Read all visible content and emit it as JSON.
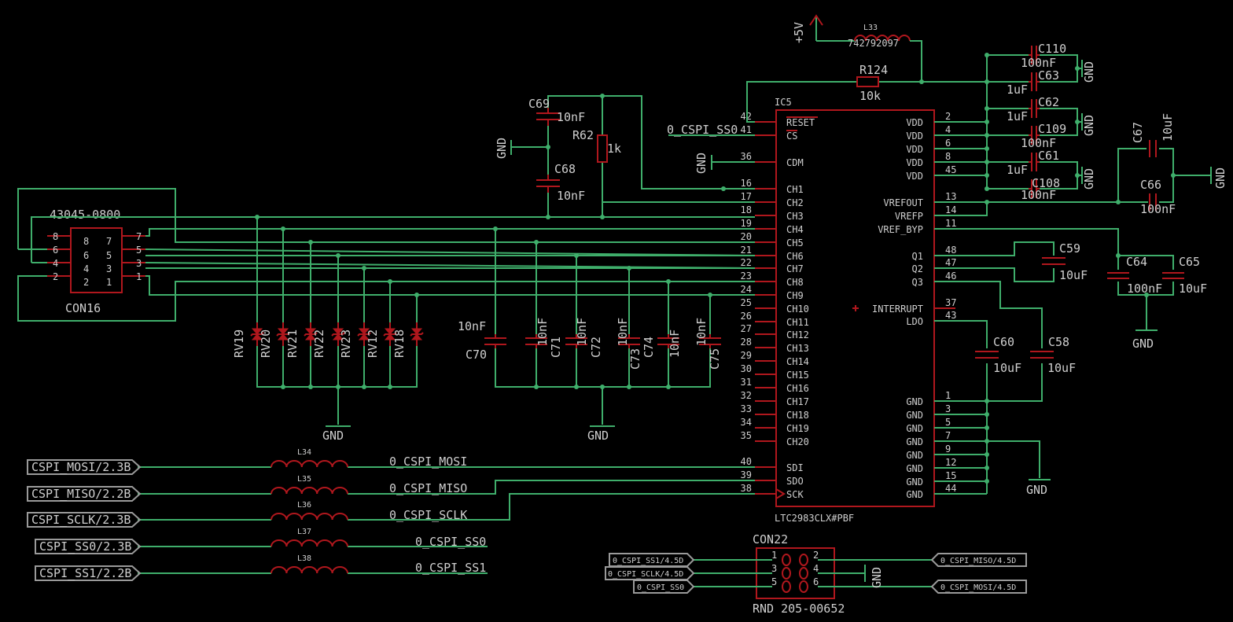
{
  "ic": {
    "ref": "IC5",
    "value": "LTC2983CLX#PBF",
    "left_pins": [
      {
        "num": "42",
        "name": "RESET"
      },
      {
        "num": "41",
        "name": "CS"
      },
      {
        "num": "36",
        "name": "CDM"
      },
      {
        "num": "16",
        "name": "CH1"
      },
      {
        "num": "17",
        "name": "CH2"
      },
      {
        "num": "18",
        "name": "CH3"
      },
      {
        "num": "19",
        "name": "CH4"
      },
      {
        "num": "20",
        "name": "CH5"
      },
      {
        "num": "21",
        "name": "CH6"
      },
      {
        "num": "22",
        "name": "CH7"
      },
      {
        "num": "23",
        "name": "CH8"
      },
      {
        "num": "24",
        "name": "CH9"
      },
      {
        "num": "25",
        "name": "CH10"
      },
      {
        "num": "26",
        "name": "CH11"
      },
      {
        "num": "27",
        "name": "CH12"
      },
      {
        "num": "28",
        "name": "CH13"
      },
      {
        "num": "29",
        "name": "CH14"
      },
      {
        "num": "30",
        "name": "CH15"
      },
      {
        "num": "31",
        "name": "CH16"
      },
      {
        "num": "32",
        "name": "CH17"
      },
      {
        "num": "33",
        "name": "CH18"
      },
      {
        "num": "34",
        "name": "CH19"
      },
      {
        "num": "35",
        "name": "CH20"
      },
      {
        "num": "40",
        "name": "SDI"
      },
      {
        "num": "39",
        "name": "SDO"
      },
      {
        "num": "38",
        "name": "SCK"
      }
    ],
    "right_pins": [
      {
        "num": "2",
        "name": "VDD"
      },
      {
        "num": "4",
        "name": "VDD"
      },
      {
        "num": "6",
        "name": "VDD"
      },
      {
        "num": "8",
        "name": "VDD"
      },
      {
        "num": "45",
        "name": "VDD"
      },
      {
        "num": "13",
        "name": "VREFOUT"
      },
      {
        "num": "14",
        "name": "VREFP"
      },
      {
        "num": "11",
        "name": "VREF_BYP"
      },
      {
        "num": "48",
        "name": "Q1"
      },
      {
        "num": "47",
        "name": "Q2"
      },
      {
        "num": "46",
        "name": "Q3"
      },
      {
        "num": "37",
        "name": "INTERRUPT"
      },
      {
        "num": "43",
        "name": "LDO"
      },
      {
        "num": "1",
        "name": "GND"
      },
      {
        "num": "3",
        "name": "GND"
      },
      {
        "num": "5",
        "name": "GND"
      },
      {
        "num": "7",
        "name": "GND"
      },
      {
        "num": "9",
        "name": "GND"
      },
      {
        "num": "12",
        "name": "GND"
      },
      {
        "num": "15",
        "name": "GND"
      },
      {
        "num": "44",
        "name": "GND"
      }
    ]
  },
  "connector16": {
    "ref": "CON16",
    "value": "43045-0800",
    "pins": [
      "8",
      "7",
      "6",
      "5",
      "4",
      "3",
      "2",
      "1"
    ]
  },
  "connector22": {
    "ref": "CON22",
    "value": "RND 205-00652",
    "pins": [
      "1",
      "2",
      "3",
      "4",
      "5",
      "6"
    ]
  },
  "power": {
    "supply": "+5V",
    "gnd": "GND"
  },
  "parts": {
    "L33": {
      "ref": "L33",
      "value": "742792097"
    },
    "R124": {
      "ref": "R124",
      "value": "10k"
    },
    "R62": {
      "ref": "R62",
      "value": "1k"
    },
    "C69": {
      "ref": "C69",
      "value": "10nF"
    },
    "C68": {
      "ref": "C68",
      "value": "10nF"
    },
    "C110": {
      "ref": "C110",
      "value": "100nF"
    },
    "C63": {
      "ref": "C63",
      "value": "1uF"
    },
    "C62": {
      "ref": "C62",
      "value": "1uF"
    },
    "C109": {
      "ref": "C109",
      "value": "100nF"
    },
    "C61": {
      "ref": "C61",
      "value": "1uF"
    },
    "C108": {
      "ref": "C108",
      "value": "100nF"
    },
    "C67": {
      "ref": "C67",
      "value": "10uF"
    },
    "C66": {
      "ref": "C66",
      "value": "100nF"
    },
    "C59": {
      "ref": "C59",
      "value": "10uF"
    },
    "C64": {
      "ref": "C64",
      "value": "100nF"
    },
    "C65": {
      "ref": "C65",
      "value": "10uF"
    },
    "C60": {
      "ref": "C60",
      "value": "10uF"
    },
    "C58": {
      "ref": "C58",
      "value": "10uF"
    },
    "C70": {
      "ref": "C70",
      "value": "10nF"
    },
    "C71": {
      "ref": "C71",
      "value": "10nF"
    },
    "C72": {
      "ref": "C72",
      "value": "10nF"
    },
    "C73": {
      "ref": "C73",
      "value": "10nF"
    },
    "C74": {
      "ref": "C74",
      "value": "10nF"
    },
    "C75": {
      "ref": "C75",
      "value": "10nF"
    },
    "L34": {
      "ref": "L34"
    },
    "L35": {
      "ref": "L35"
    },
    "L36": {
      "ref": "L36"
    },
    "L37": {
      "ref": "L37"
    },
    "L38": {
      "ref": "L38"
    }
  },
  "tvs": [
    "RV19",
    "RV20",
    "RV21",
    "RV22",
    "RV23",
    "RV12",
    "RV18"
  ],
  "nets": {
    "cs": "0_CSPI_SS0",
    "mosi": "0_CSPI_MOSI",
    "miso": "0_CSPI_MISO",
    "sclk": "0_CSPI_SCLK",
    "ss0": "0_CSPI_SS0",
    "ss1": "0_CSPI_SS1"
  },
  "ports": {
    "mosi": "CSPI_MOSI/2.3B",
    "miso": "CSPI_MISO/2.2B",
    "sclk": "CSPI_SCLK/2.3B",
    "ss0": "CSPI_SS0/2.3B",
    "ss1": "CSPI_SS1/2.2B",
    "con_ss1": "0_CSPI_SS1/4.5D",
    "con_sclk": "0_CSPI_SCLK/4.5D",
    "con_ss0": "0_CSPI_SS0",
    "con_miso": "0_CSPI_MISO/4.5D",
    "con_mosi": "0_CSPI_MOSI/4.5D"
  }
}
